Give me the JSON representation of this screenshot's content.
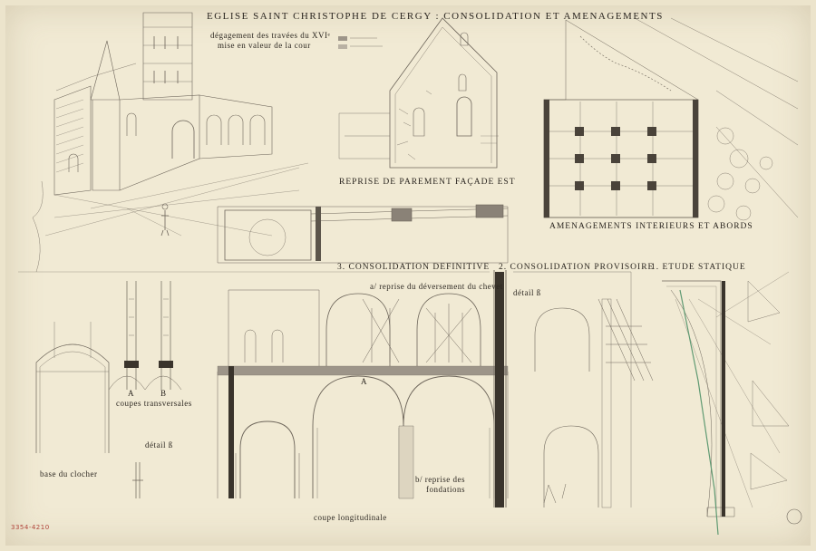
{
  "sheet": {
    "title": "EGLISE SAINT CHRISTOPHE DE CERGY : CONSOLIDATION ET AMENAGEMENTS",
    "archive_ref": "3354-4210",
    "colors": {
      "paper": "#f1ead4",
      "ink": "#2b2620",
      "pencil": "#6d655a",
      "green_line": "#5f9a72"
    }
  },
  "labels": {
    "perspective_caption_line1": "dégagement des travées du XVIᵉ",
    "perspective_caption_line2": "mise en valeur de la cour",
    "east_facade": "REPRISE DE PAREMENT FAÇADE EST",
    "interiors": "AMENAGEMENTS INTERIEURS ET ABORDS",
    "definitive": "3. CONSOLIDATION DEFINITIVE",
    "provisional": "2. CONSOLIDATION PROVISOIRE",
    "static_study": "1. ETUDE STATIQUE",
    "chevet": "a/ reprise du déversement du chevet",
    "detail_b_top": "détail ß",
    "detail_b_left": "détail ß",
    "section_a": "A",
    "section_b": "B",
    "section_a_mid": "A",
    "transverse": "coupes transversales",
    "bell_tower": "base du clocher",
    "foundations_line1": "b/ reprise des",
    "foundations_line2": "fondations",
    "longitudinal": "coupe longitudinale"
  }
}
